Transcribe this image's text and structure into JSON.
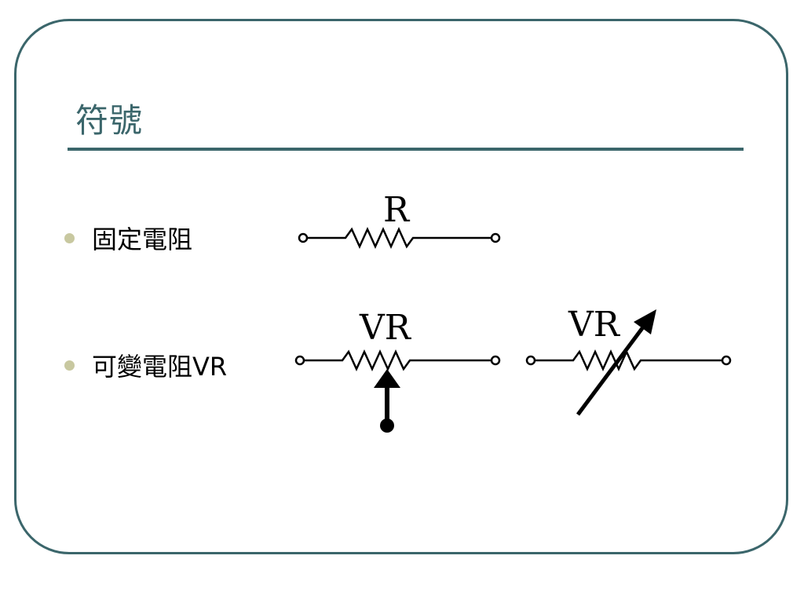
{
  "slide": {
    "title": "符號",
    "bullets": [
      {
        "text": "固定電阻"
      },
      {
        "text": "可變電阻VR"
      }
    ]
  },
  "symbols": {
    "fixed_label": "R",
    "potentiometer_label": "VR",
    "variable_label": "VR"
  },
  "colors": {
    "accent": "#3b666b",
    "bullet_dot": "#c8c8a0",
    "text": "#000000"
  }
}
